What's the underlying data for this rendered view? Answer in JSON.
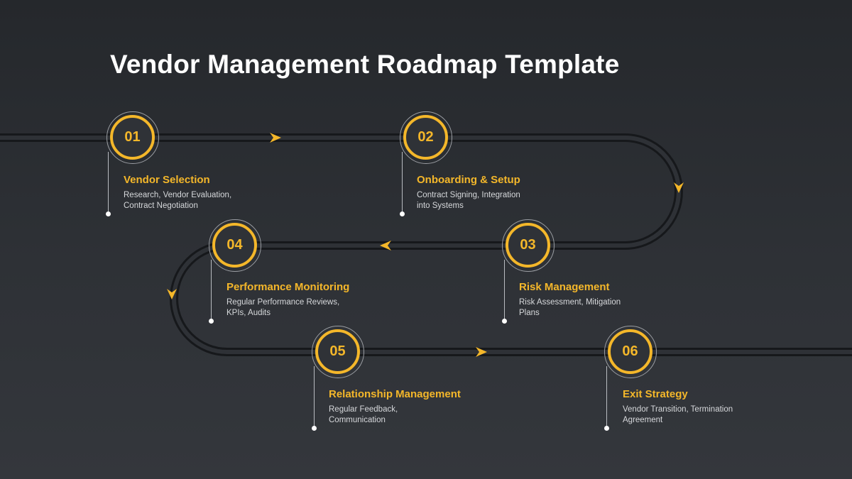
{
  "title": "Vendor Management Roadmap Template",
  "colors": {
    "accent": "#f4b72a",
    "background": "#2b2e33",
    "road": "#1f2125"
  },
  "steps": [
    {
      "number": "01",
      "heading": "Vendor Selection",
      "line1": "Research, Vendor Evaluation,",
      "line2": "Contract Negotiation"
    },
    {
      "number": "02",
      "heading": "Onboarding & Setup",
      "line1": "Contract Signing, Integration",
      "line2": "into Systems"
    },
    {
      "number": "03",
      "heading": "Risk Management",
      "line1": "Risk Assessment, Mitigation",
      "line2": "Plans"
    },
    {
      "number": "04",
      "heading": "Performance Monitoring",
      "line1": "Regular Performance Reviews,",
      "line2": "KPIs, Audits"
    },
    {
      "number": "05",
      "heading": "Relationship Management",
      "line1": "Regular Feedback,",
      "line2": "Communication"
    },
    {
      "number": "06",
      "heading": "Exit Strategy",
      "line1": "Vendor Transition, Termination",
      "line2": "Agreement"
    }
  ]
}
